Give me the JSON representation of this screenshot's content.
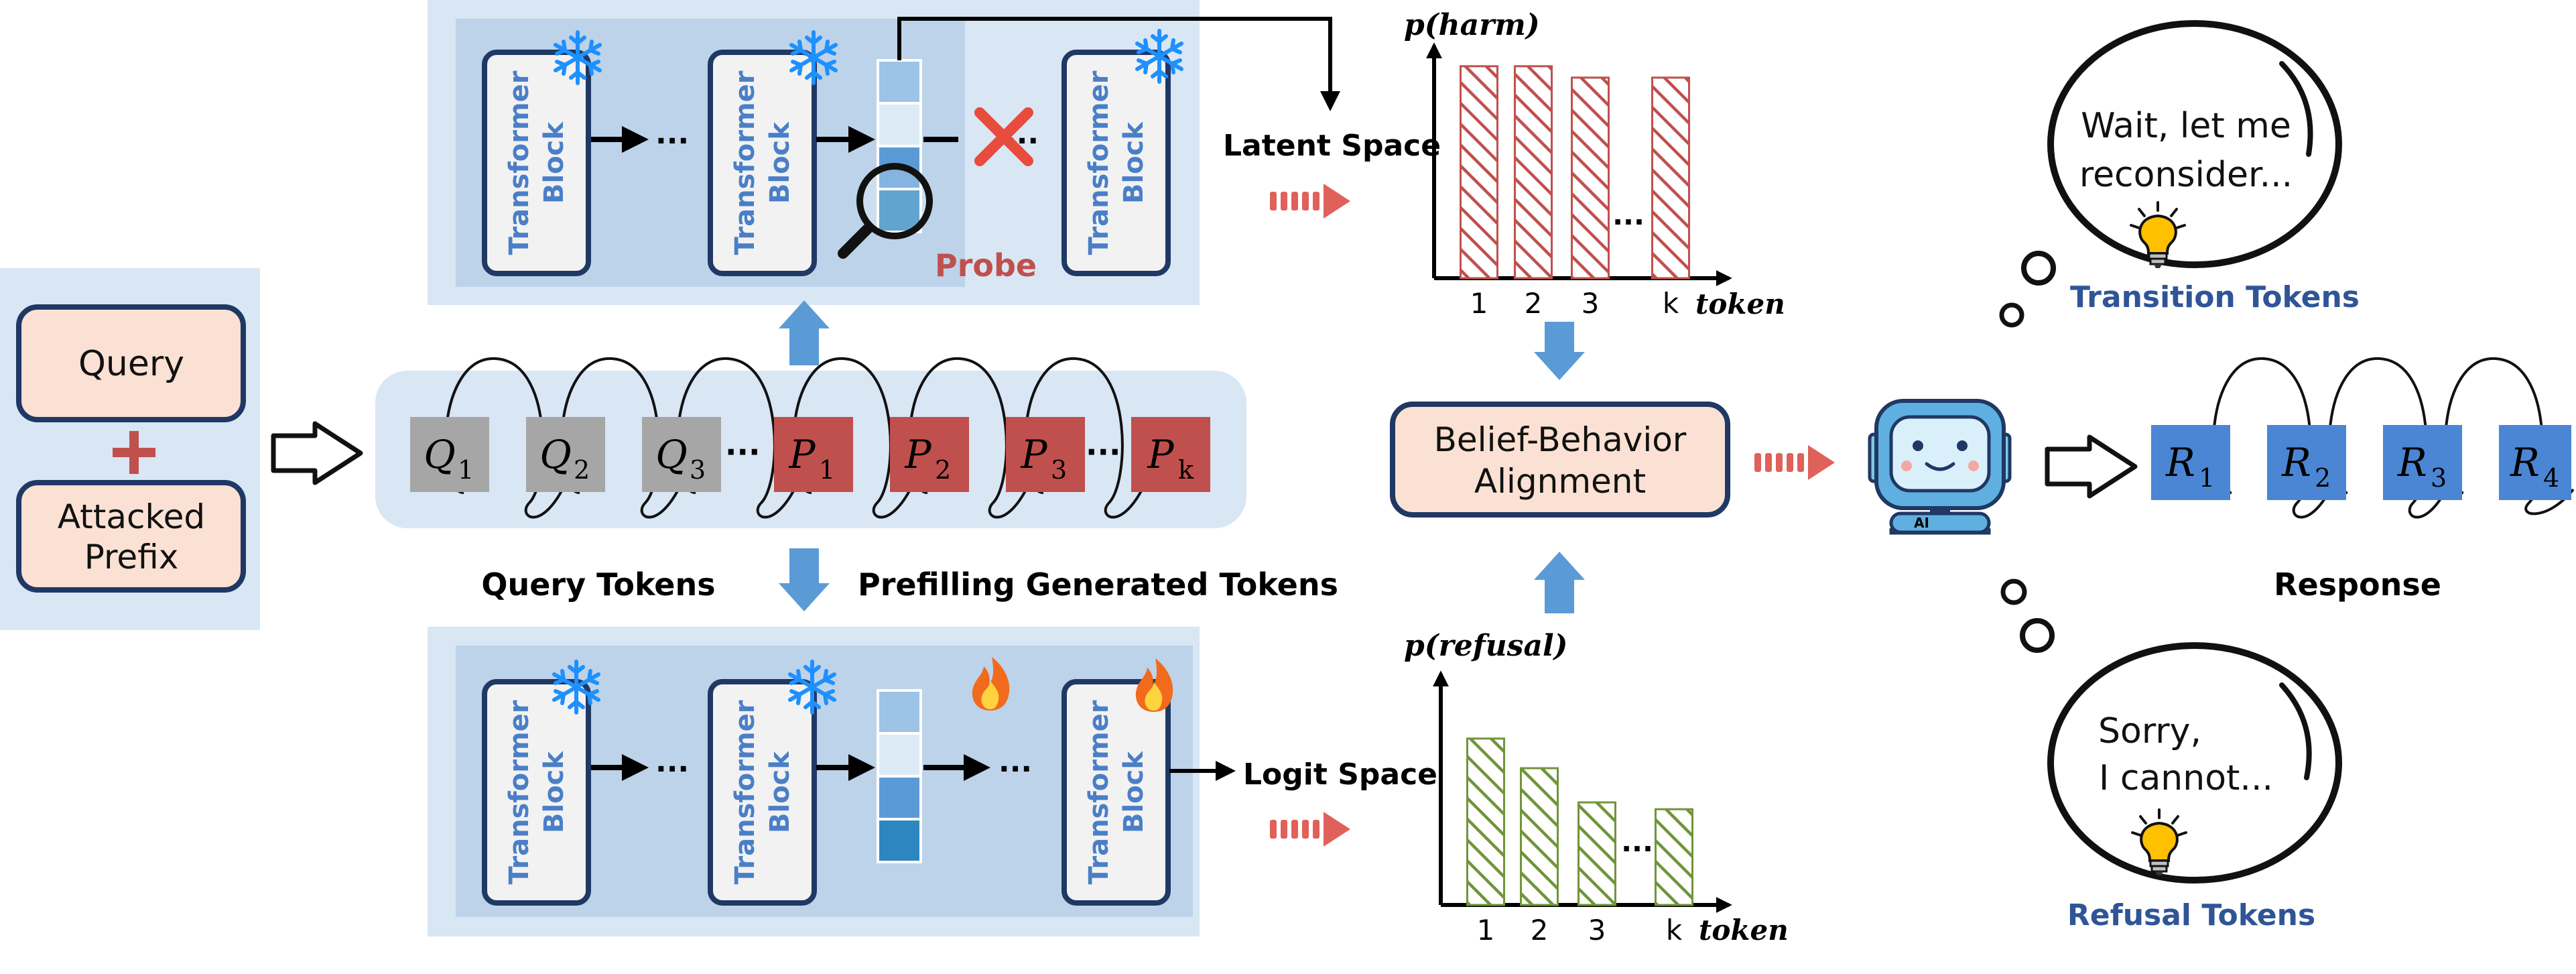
{
  "input": {
    "query": "Query",
    "attacked_prefix_line1": "Attacked",
    "attacked_prefix_line2": "Prefix"
  },
  "transformer_block": {
    "line1": "Transformer",
    "line2": "Block"
  },
  "ellipsis": "...",
  "ellipsis_mid": "···",
  "probe_label": "Probe",
  "tokens": {
    "query": [
      {
        "sym": "Q",
        "sub": "1"
      },
      {
        "sym": "Q",
        "sub": "2"
      },
      {
        "sym": "Q",
        "sub": "3"
      }
    ],
    "prefill": [
      {
        "sym": "P",
        "sub": "1"
      },
      {
        "sym": "P",
        "sub": "2"
      },
      {
        "sym": "P",
        "sub": "3"
      },
      {
        "sym": "P",
        "sub": "k"
      }
    ],
    "response": [
      {
        "sym": "R",
        "sub": "1"
      },
      {
        "sym": "R",
        "sub": "2"
      },
      {
        "sym": "R",
        "sub": "3"
      },
      {
        "sym": "R",
        "sub": "4"
      }
    ],
    "query_tokens_label": "Query Tokens",
    "prefill_tokens_label": "Prefilling Generated Tokens",
    "response_label": "Response"
  },
  "spaces": {
    "latent": "Latent Space",
    "logit": "Logit Space"
  },
  "alignment": {
    "line1": "Belief-Behavior",
    "line2": "Alignment"
  },
  "robot_badge": "AI",
  "thoughts": {
    "transition": {
      "line1": "Wait, let me",
      "line2": "reconsider...",
      "caption": "Transition Tokens"
    },
    "refusal": {
      "line1": "Sorry,",
      "line2": "I cannot...",
      "caption": "Refusal Tokens"
    }
  },
  "colors": {
    "panel_outer": "#d9e6f4",
    "panel_inner": "#bcd3ea",
    "query_token": "#a6a6a6",
    "prefill_token": "#c0504d",
    "response_token": "#4a86d4",
    "harm_bars": "#c0504d",
    "refusal_bars": "#70953a",
    "input_box": "#fbe1d3",
    "box_border": "#1f3864",
    "arrow_blue": "#5b9bd5",
    "arrow_red": "#e0605a"
  },
  "chart_data": [
    {
      "type": "bar",
      "ylabel": "p(harm)",
      "xlabel": "token",
      "categories": [
        "1",
        "2",
        "3",
        "...",
        "k"
      ],
      "values": [
        0.93,
        0.93,
        0.88,
        null,
        0.88
      ],
      "ylim": [
        0,
        1
      ]
    },
    {
      "type": "bar",
      "ylabel": "p(refusal)",
      "xlabel": "token",
      "categories": [
        "1",
        "2",
        "3",
        "...",
        "k"
      ],
      "values": [
        0.73,
        0.6,
        0.45,
        null,
        0.42
      ],
      "ylim": [
        0,
        1
      ]
    }
  ]
}
